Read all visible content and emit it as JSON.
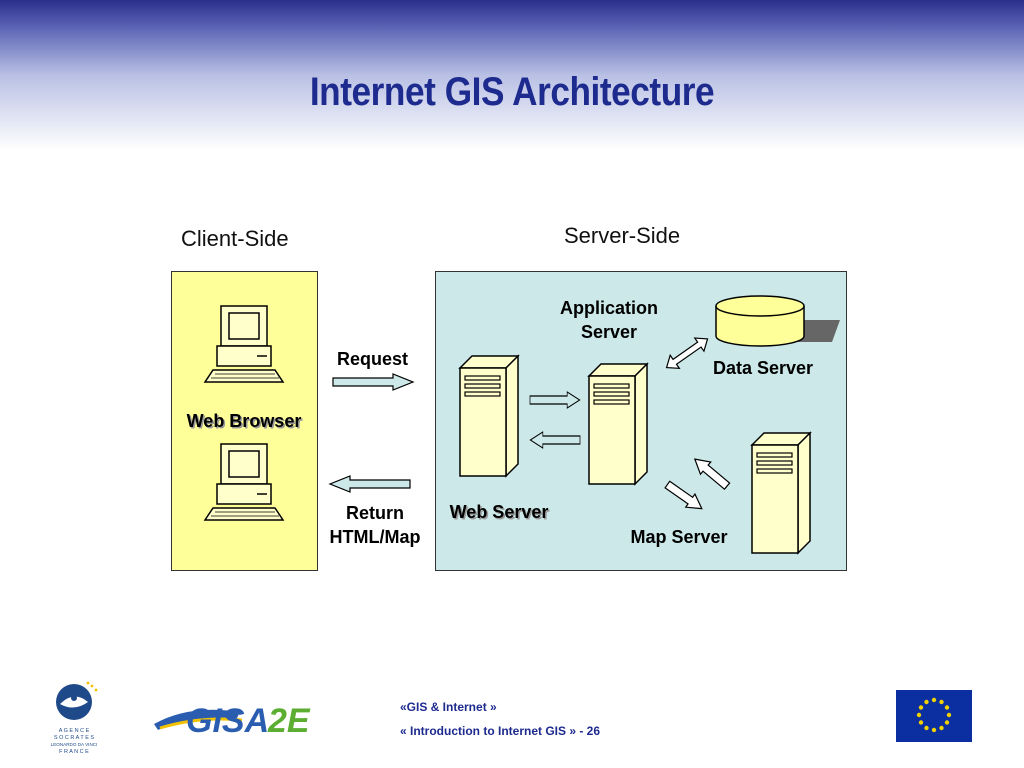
{
  "slide": {
    "title": "Internet GIS Architecture"
  },
  "diagram": {
    "client_heading": "Client-Side",
    "server_heading": "Server-Side",
    "web_browser_label": "Web Browser",
    "request_label": "Request",
    "return_label_line1": "Return",
    "return_label_line2": "HTML/Map",
    "web_server_label": "Web Server",
    "app_server_label_line1": "Application",
    "app_server_label_line2": "Server",
    "data_server_label": "Data Server",
    "map_server_label": "Map Server",
    "colors": {
      "client_fill": "#ffff99",
      "server_fill": "#cce8e8",
      "device_fill": "#ffffcc",
      "arrow_fill": "#cce8e8",
      "title_color": "#1d2a8e"
    }
  },
  "footer": {
    "line1": "«GIS  & Internet »",
    "line2": "« Introduction to Internet GIS » - 26",
    "logo_left_text": "GISA2E",
    "agency_text": "A G E N C E\nS O C R A T E S\nLEONARDO DA VINCI\nF R A N C E"
  }
}
